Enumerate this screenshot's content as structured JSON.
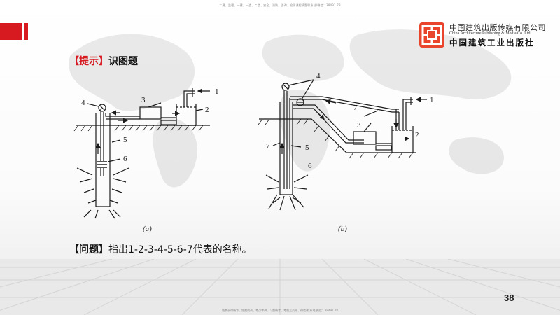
{
  "header": {
    "top_notice": "二建、监理、一建、一造、二造、安全、消防、咨询、检测课程精题联系站/微信：38491 78",
    "publisher_cn": "中国建筑出版传媒有限公司",
    "publisher_en": "China Architecture Publishing & Media Co.,Ltd",
    "publisher_script": "中国建筑工业出版社"
  },
  "slide": {
    "hint_bracket": "【提示】",
    "hint_text": "识图题",
    "question_bracket": "【问题】",
    "question_text": "指出1-2-3-4-5-6-7代表的名称。",
    "page_number": "38"
  },
  "diagram": {
    "a": {
      "caption": "(a)",
      "labels": [
        "1",
        "2",
        "3",
        "4",
        "5",
        "6"
      ]
    },
    "b": {
      "caption": "(b)",
      "labels": [
        "1",
        "2",
        "3",
        "4",
        "5",
        "6",
        "7",
        "7"
      ]
    }
  },
  "footer": {
    "bottom_notice": "免费获得精华、免费内训、考点串讲、习题精考、考前三页纸、微信/联系站/微信：38491 78"
  },
  "colors": {
    "accent_red": "#d71920",
    "line": "#1a1a1a"
  }
}
